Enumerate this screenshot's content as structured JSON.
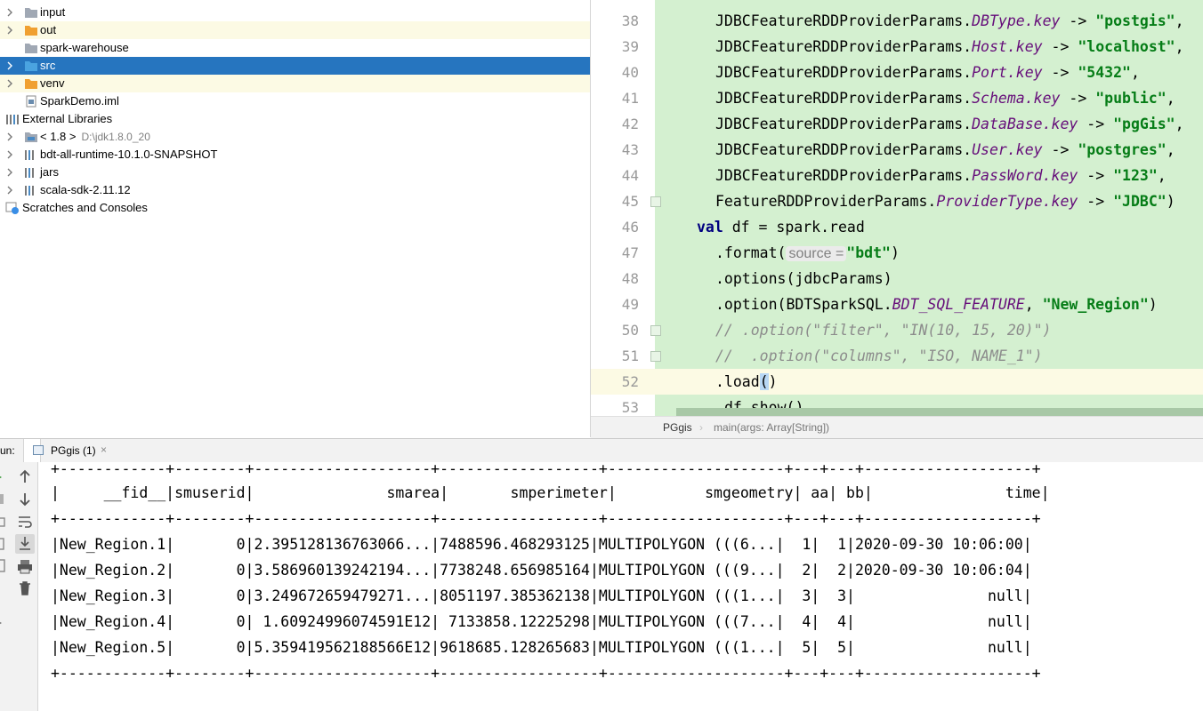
{
  "tree": {
    "items": [
      {
        "label": "input"
      },
      {
        "label": "out"
      },
      {
        "label": "spark-warehouse"
      },
      {
        "label": "src"
      },
      {
        "label": "venv"
      },
      {
        "label": "SparkDemo.iml"
      },
      {
        "label": "External Libraries"
      },
      {
        "label": "< 1.8 >",
        "sub": "D:\\jdk1.8.0_20"
      },
      {
        "label": "bdt-all-runtime-10.1.0-SNAPSHOT"
      },
      {
        "label": "jars"
      },
      {
        "label": "scala-sdk-2.11.12"
      },
      {
        "label": "Scratches and Consoles"
      }
    ]
  },
  "editor": {
    "lines": [
      {
        "n": "38",
        "obj": "JDBCFeatureRDDProviderParams.",
        "field": "DBType",
        "key": ".key",
        "arrow": " -> ",
        "str": "\"postgis\"",
        "end": ","
      },
      {
        "n": "39",
        "obj": "JDBCFeatureRDDProviderParams.",
        "field": "Host",
        "key": ".key",
        "arrow": " -> ",
        "str": "\"localhost\"",
        "end": ","
      },
      {
        "n": "40",
        "obj": "JDBCFeatureRDDProviderParams.",
        "field": "Port",
        "key": ".key",
        "arrow": " -> ",
        "str": "\"5432\"",
        "end": ","
      },
      {
        "n": "41",
        "obj": "JDBCFeatureRDDProviderParams.",
        "field": "Schema",
        "key": ".key",
        "arrow": " -> ",
        "str": "\"public\"",
        "end": ","
      },
      {
        "n": "42",
        "obj": "JDBCFeatureRDDProviderParams.",
        "field": "DataBase",
        "key": ".key",
        "arrow": " -> ",
        "str": "\"pgGis\"",
        "end": ","
      },
      {
        "n": "43",
        "obj": "JDBCFeatureRDDProviderParams.",
        "field": "User",
        "key": ".key",
        "arrow": " -> ",
        "str": "\"postgres\"",
        "end": ","
      },
      {
        "n": "44",
        "obj": "JDBCFeatureRDDProviderParams.",
        "field": "PassWord",
        "key": ".key",
        "arrow": " -> ",
        "str": "\"123\"",
        "end": ","
      },
      {
        "n": "45",
        "obj": "FeatureRDDProviderParams.",
        "field": "ProviderType",
        "key": ".key",
        "arrow": " -> ",
        "str": "\"JDBC\"",
        "end": ")"
      }
    ],
    "l46": {
      "n": "46",
      "kw": "val",
      "rest": " df = spark.read"
    },
    "l47": {
      "n": "47",
      "pre": ".format(",
      "hint": "source =",
      "str": "\"bdt\"",
      "end": ")"
    },
    "l48": {
      "n": "48",
      "text": ".options(jdbcParams)"
    },
    "l49": {
      "n": "49",
      "pre": ".option(BDTSparkSQL.",
      "field": "BDT_SQL_FEATURE",
      "mid": ", ",
      "str": "\"New_Region\"",
      "end": ")"
    },
    "l50": {
      "n": "50",
      "text": "// .option(\"filter\", \"IN(10, 15, 20)\")"
    },
    "l51": {
      "n": "51",
      "text": "//  .option(\"columns\", \"ISO, NAME_1\")"
    },
    "l52": {
      "n": "52",
      "pre": ".load",
      "open": "(",
      "close": ")"
    },
    "l53": {
      "n": "53",
      "text": "df.show()"
    }
  },
  "breadcrumb": {
    "first": "PGgis",
    "second": "main(args: Array[String])"
  },
  "run": {
    "label": "un:",
    "tab": "PGgis (1)",
    "close": "×"
  },
  "console": {
    "lines": [
      "+------------+--------+--------------------+------------------+--------------------+---+---+-------------------+",
      "|     __fid__|smuserid|               smarea|       smperimeter|          smgeometry| aa| bb|               time|",
      "+------------+--------+--------------------+------------------+--------------------+---+---+-------------------+",
      "|New_Region.1|       0|2.395128136763066...|7488596.468293125|MULTIPOLYGON (((6...|  1|  1|2020-09-30 10:06:00|",
      "|New_Region.2|       0|3.586960139242194...|7738248.656985164|MULTIPOLYGON (((9...|  2|  2|2020-09-30 10:06:04|",
      "|New_Region.3|       0|3.249672659479271...|8051197.385362138|MULTIPOLYGON (((1...|  3|  3|               null|",
      "|New_Region.4|       0| 1.60924996074591E12| 7133858.12225298|MULTIPOLYGON (((7...|  4|  4|               null|",
      "|New_Region.5|       0|5.359419562188566E12|9618685.128265683|MULTIPOLYGON (((1...|  5|  5|               null|",
      "+------------+--------+--------------------+------------------+--------------------+---+---+-------------------+"
    ]
  },
  "colors": {
    "selection": "#2675bf",
    "code_bg": "#d4f0d0",
    "current_line": "#fcfae4",
    "string": "#067d17",
    "field": "#660e7a",
    "keyword": "#000080"
  }
}
